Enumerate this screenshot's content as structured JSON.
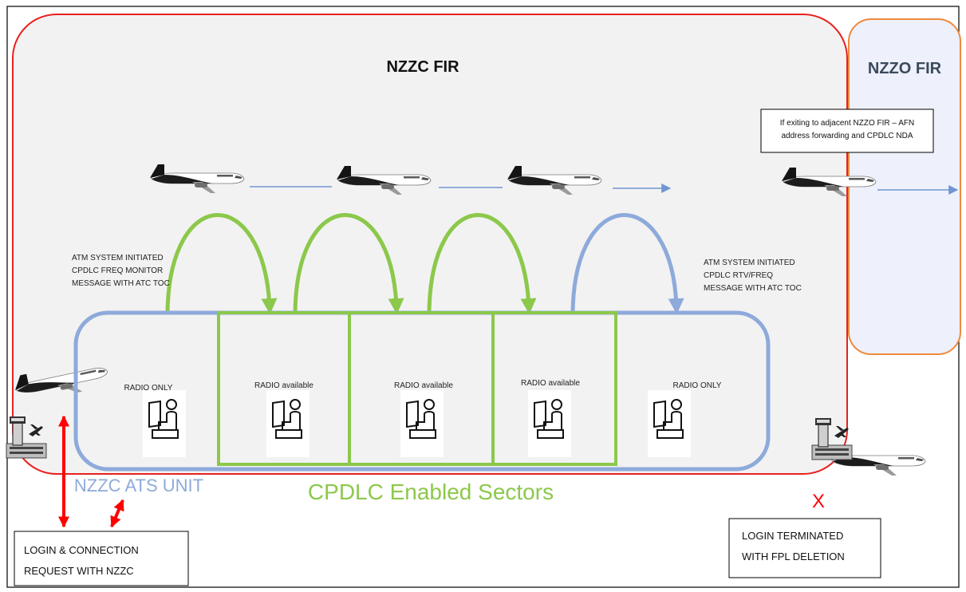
{
  "regions": {
    "nzzc_title": "NZZC FIR",
    "nzzo_title": "NZZO FIR",
    "nzzc_region_color": "#e8211f",
    "nzzo_region_color": "#ee8a3c",
    "nzzo_fill": "#eef0fb",
    "nzzc_fill": "#f2f2f2"
  },
  "notes": {
    "afn_forwarding": [
      "If exiting to adjacent NZZO FIR – AFN",
      "address forwarding and CPDLC NDA"
    ],
    "freq_monitor": [
      "ATM SYSTEM INITIATED",
      "CPDLC FREQ MONITOR",
      "MESSAGE WITH ATC TOC"
    ],
    "rtv_freq": [
      "ATM SYSTEM INITIATED",
      "CPDLC RTV/FREQ",
      "MESSAGE WITH ATC TOC"
    ],
    "login_request": [
      "LOGIN & CONNECTION",
      "REQUEST WITH NZZC"
    ],
    "login_terminated": [
      "LOGIN TERMINATED",
      "WITH FPL DELETION"
    ]
  },
  "sectors": [
    {
      "label": "RADIO ONLY",
      "cpdlc": false
    },
    {
      "label": "RADIO available",
      "cpdlc": true
    },
    {
      "label": "RADIO available",
      "cpdlc": true
    },
    {
      "label": "RADIO available",
      "cpdlc": true
    },
    {
      "label": "RADIO ONLY",
      "cpdlc": false
    }
  ],
  "labels": {
    "ats_unit": "NZZC ATS UNIT",
    "cpdlc_sectors": "CPDLC Enabled Sectors",
    "termination_mark": "X"
  },
  "colors": {
    "green": "#8cc84b",
    "blue": "#8eaadb",
    "red": "#ff0000",
    "flight_line": "#6f96d2"
  },
  "icons": {
    "aircraft": "aircraft-icon",
    "control_tower": "control-tower-icon",
    "controller_workstation": "controller-workstation-icon"
  }
}
